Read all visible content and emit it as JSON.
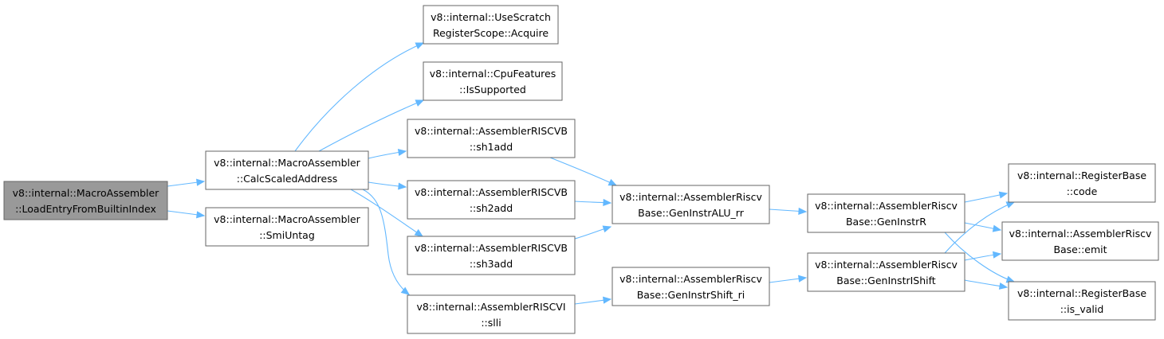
{
  "graph": {
    "nodes": [
      {
        "id": "load_entry",
        "lines": [
          "v8::internal::MacroAssembler",
          "::LoadEntryFromBuiltinIndex"
        ],
        "highlighted": true
      },
      {
        "id": "calc_scaled",
        "lines": [
          "v8::internal::MacroAssembler",
          "::CalcScaledAddress"
        ]
      },
      {
        "id": "smi_untag",
        "lines": [
          "v8::internal::MacroAssembler",
          "::SmiUntag"
        ]
      },
      {
        "id": "use_scratch",
        "lines": [
          "v8::internal::UseScratch",
          "RegisterScope::Acquire"
        ]
      },
      {
        "id": "cpu_features",
        "lines": [
          "v8::internal::CpuFeatures",
          "::IsSupported"
        ]
      },
      {
        "id": "sh1add",
        "lines": [
          "v8::internal::AssemblerRISCVB",
          "::sh1add"
        ]
      },
      {
        "id": "sh2add",
        "lines": [
          "v8::internal::AssemblerRISCVB",
          "::sh2add"
        ]
      },
      {
        "id": "sh3add",
        "lines": [
          "v8::internal::AssemblerRISCVB",
          "::sh3add"
        ]
      },
      {
        "id": "slli",
        "lines": [
          "v8::internal::AssemblerRISCVI",
          "::slli"
        ]
      },
      {
        "id": "gen_alu_rr",
        "lines": [
          "v8::internal::AssemblerRiscv",
          "Base::GenInstrALU_rr"
        ]
      },
      {
        "id": "gen_shift_ri",
        "lines": [
          "v8::internal::AssemblerRiscv",
          "Base::GenInstrShift_ri"
        ]
      },
      {
        "id": "gen_r",
        "lines": [
          "v8::internal::AssemblerRiscv",
          "Base::GenInstrR"
        ]
      },
      {
        "id": "gen_ishift",
        "lines": [
          "v8::internal::AssemblerRiscv",
          "Base::GenInstrIShift"
        ]
      },
      {
        "id": "reg_code",
        "lines": [
          "v8::internal::RegisterBase",
          "::code"
        ]
      },
      {
        "id": "emit",
        "lines": [
          "v8::internal::AssemblerRiscv",
          "Base::emit"
        ]
      },
      {
        "id": "is_valid",
        "lines": [
          "v8::internal::RegisterBase",
          "::is_valid"
        ]
      }
    ],
    "edges": [
      {
        "from": "load_entry",
        "to": "calc_scaled"
      },
      {
        "from": "load_entry",
        "to": "smi_untag"
      },
      {
        "from": "calc_scaled",
        "to": "use_scratch"
      },
      {
        "from": "calc_scaled",
        "to": "cpu_features"
      },
      {
        "from": "calc_scaled",
        "to": "sh1add"
      },
      {
        "from": "calc_scaled",
        "to": "sh2add"
      },
      {
        "from": "calc_scaled",
        "to": "sh3add"
      },
      {
        "from": "calc_scaled",
        "to": "slli"
      },
      {
        "from": "sh1add",
        "to": "gen_alu_rr"
      },
      {
        "from": "sh2add",
        "to": "gen_alu_rr"
      },
      {
        "from": "sh3add",
        "to": "gen_alu_rr"
      },
      {
        "from": "slli",
        "to": "gen_shift_ri"
      },
      {
        "from": "gen_alu_rr",
        "to": "gen_r"
      },
      {
        "from": "gen_shift_ri",
        "to": "gen_ishift"
      },
      {
        "from": "gen_r",
        "to": "reg_code"
      },
      {
        "from": "gen_r",
        "to": "emit"
      },
      {
        "from": "gen_r",
        "to": "is_valid"
      },
      {
        "from": "gen_ishift",
        "to": "reg_code"
      },
      {
        "from": "gen_ishift",
        "to": "emit"
      },
      {
        "from": "gen_ishift",
        "to": "is_valid"
      }
    ]
  }
}
